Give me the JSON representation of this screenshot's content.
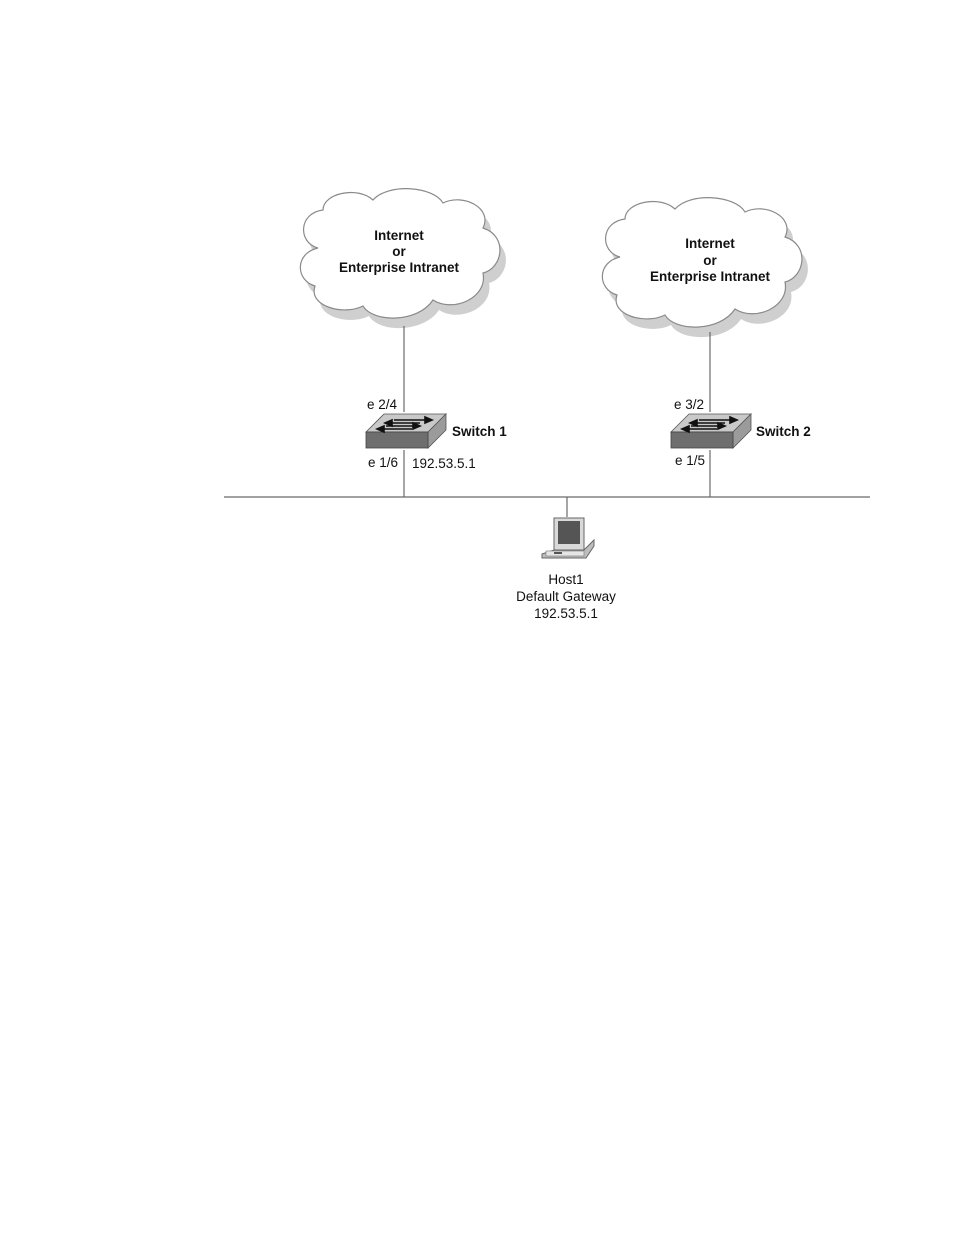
{
  "colors": {
    "line": "#6a6a6a",
    "cloud_fill": "#ffffff",
    "cloud_stroke": "#8a8a8a",
    "cloud_shadow": "#cfcfcf",
    "switch_top": "#c9c9c9",
    "switch_front": "#6e6e6e",
    "switch_side": "#9b9b9b",
    "text": "#111111"
  },
  "clouds": [
    {
      "line1": "Internet",
      "line2": "or",
      "line3": "Enterprise Intranet"
    },
    {
      "line1": "Internet",
      "line2": "or",
      "line3": "Enterprise Intranet"
    }
  ],
  "switches": [
    {
      "name": "Switch 1",
      "uplink_port": "e 2/4",
      "lan_port": "e 1/6",
      "ip": "192.53.5.1",
      "icon": "switch-icon"
    },
    {
      "name": "Switch 2",
      "uplink_port": "e 3/2",
      "lan_port": "e 1/5",
      "ip": "",
      "icon": "switch-icon"
    }
  ],
  "host": {
    "name": "Host1",
    "gateway_label": "Default Gateway",
    "gateway_ip": "192.53.5.1",
    "icon": "laptop-icon"
  }
}
